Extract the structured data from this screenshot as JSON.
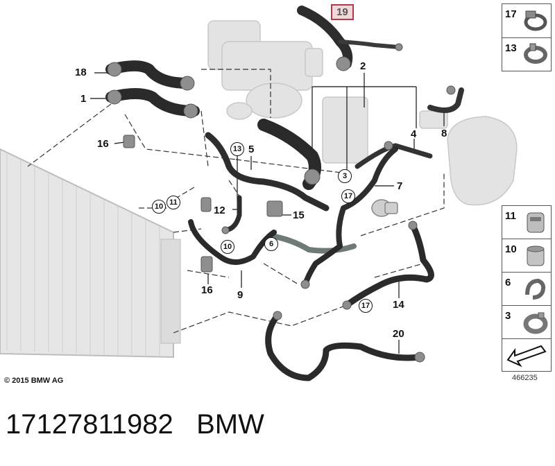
{
  "diagram": {
    "highlight_label": "19",
    "labels": {
      "l18": "18",
      "l1": "1",
      "l16a": "16",
      "l2": "2",
      "l4": "4",
      "l8": "8",
      "l5": "5",
      "l7": "7",
      "l12": "12",
      "l15": "15",
      "l9": "9",
      "l14": "14",
      "l20": "20",
      "l16b": "16"
    },
    "circled": {
      "c13": "13",
      "c3": "3",
      "c17a": "17",
      "c10a": "10",
      "c11": "11",
      "c10b": "10",
      "c6": "6",
      "c17b": "17"
    },
    "side_panel_top": [
      "17",
      "13"
    ],
    "side_panel_bottom": [
      "11",
      "10",
      "6",
      "3"
    ],
    "copyright": "© 2015 BMW AG",
    "image_number": "466235"
  },
  "caption": {
    "part_number": "17127811982",
    "brand": "BMW"
  }
}
